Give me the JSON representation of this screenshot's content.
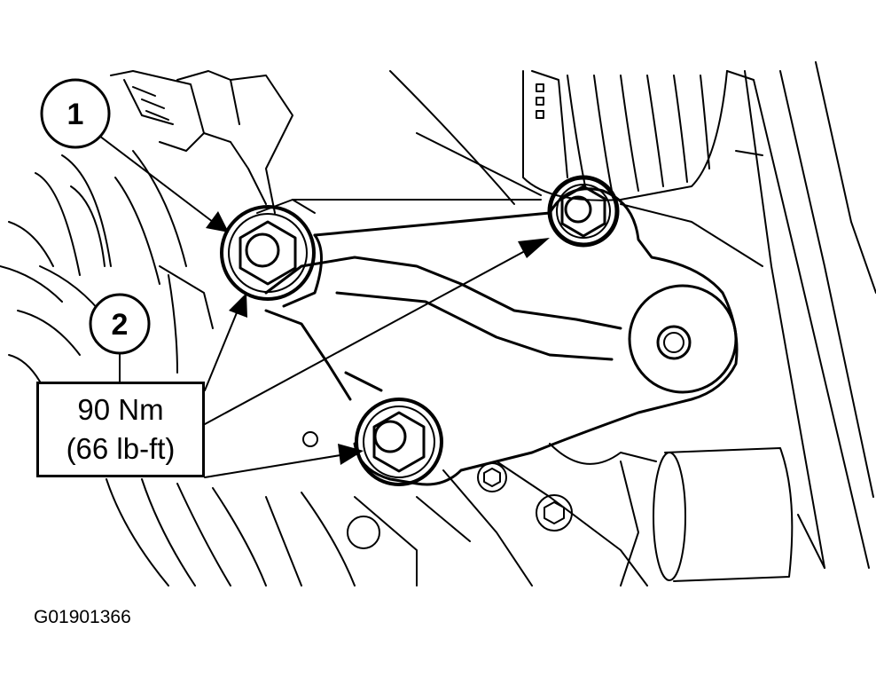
{
  "callouts": [
    {
      "number": "1"
    },
    {
      "number": "2"
    }
  ],
  "torque": {
    "line1": "90 Nm",
    "line2": "(66 lb-ft)"
  },
  "figure_id": "G01901366",
  "colors": {
    "ink": "#000000",
    "paper": "#ffffff"
  }
}
